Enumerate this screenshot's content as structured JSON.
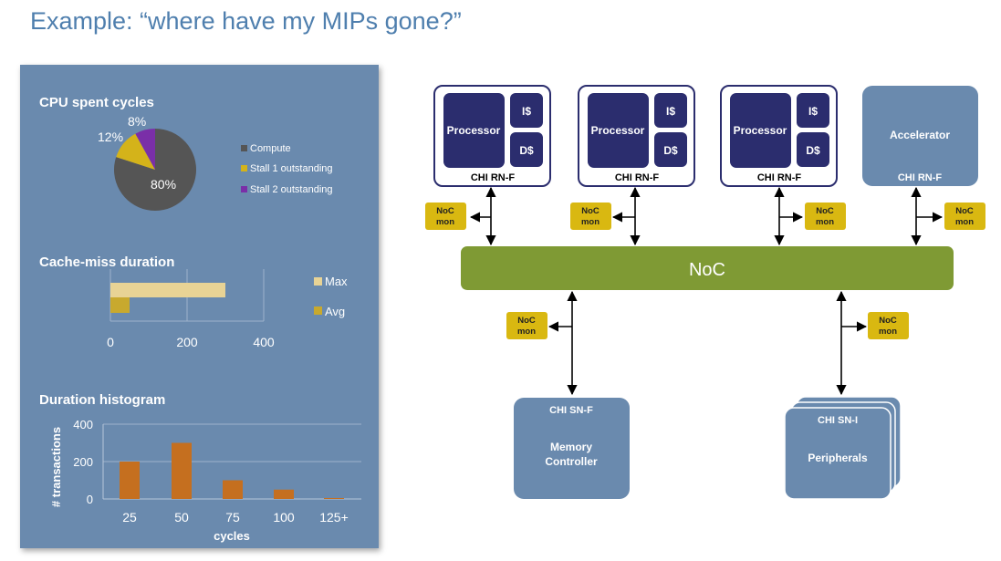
{
  "title": "Example: “where have my MIPs gone?”",
  "colors": {
    "panel": "#6a8aae",
    "title": "#4f7fae",
    "processor_border": "#2b2d6e",
    "processor_fill": "#2b2d6e",
    "accelerator": "#6a8aae",
    "noc": "#7f9a34",
    "noc_mon": "#d9b811",
    "compute": "#555555",
    "stall1": "#d4b31a",
    "stall2": "#7a2fa8",
    "max_bar": "#e8d395",
    "avg_bar": "#c8a92e",
    "histogram_bar": "#c56f1f"
  },
  "charts": [
    {
      "type": "pie",
      "title": "CPU spent cycles",
      "slices": [
        {
          "label": "Compute",
          "value": 80,
          "text": "80%",
          "color": "#555555"
        },
        {
          "label": "Stall 1 outstanding",
          "value": 12,
          "text": "12%",
          "color": "#d4b31a"
        },
        {
          "label": "Stall 2 outstanding",
          "value": 8,
          "text": "8%",
          "color": "#7a2fa8"
        }
      ]
    },
    {
      "type": "bar",
      "orientation": "horizontal",
      "title": "Cache-miss duration",
      "series": [
        {
          "name": "Max",
          "value": 300,
          "color": "#e8d395"
        },
        {
          "name": "Avg",
          "value": 50,
          "color": "#c8a92e"
        }
      ],
      "xlim": [
        0,
        400
      ],
      "xticks": [
        "0",
        "200",
        "400"
      ],
      "grid": true,
      "legend": "right"
    },
    {
      "type": "bar",
      "title": "Duration histogram",
      "categories": [
        "25",
        "50",
        "75",
        "100",
        "125+"
      ],
      "values": [
        200,
        300,
        100,
        50,
        5
      ],
      "ylim": [
        0,
        400
      ],
      "yticks": [
        "0",
        "200",
        "400"
      ],
      "xlabel": "cycles",
      "ylabel": "# transactions",
      "color": "#c56f1f"
    }
  ],
  "diagram": {
    "processors": [
      {
        "label": "Processor",
        "icache": "I$",
        "dcache": "D$",
        "port": "CHI RN-F"
      },
      {
        "label": "Processor",
        "icache": "I$",
        "dcache": "D$",
        "port": "CHI RN-F"
      },
      {
        "label": "Processor",
        "icache": "I$",
        "dcache": "D$",
        "port": "CHI RN-F"
      }
    ],
    "accelerator": {
      "label": "Accelerator",
      "port": "CHI RN-F"
    },
    "noc": "NoC",
    "monitor": {
      "line1": "NoC",
      "line2": "mon"
    },
    "memory": {
      "port": "CHI SN-F",
      "line1": "Memory",
      "line2": "Controller"
    },
    "peripherals": {
      "port": "CHI SN-I",
      "label": "Peripherals"
    }
  }
}
